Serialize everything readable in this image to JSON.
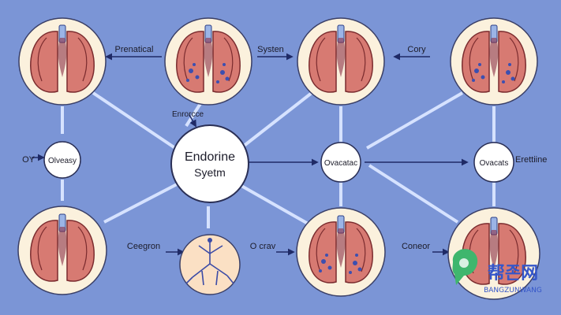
{
  "center": {
    "line1": "Endorine",
    "line2": "Syetm"
  },
  "labels": {
    "prenatical": "Prenatical",
    "system": "Systen",
    "cory": "Cory",
    "enrorcce": "Enrorcce",
    "oy": "OY",
    "oyveasy": "Olveasy",
    "ovacatac": "Ovacatac",
    "ovacats": "Ovacats",
    "erettiine": "Erettiine",
    "ceegron": "Ceegron",
    "ocrav": "O crav",
    "coneor": "Coneor"
  },
  "watermark": {
    "title": "帮존网",
    "subtitle": "BANGZUNWANG"
  },
  "colors": {
    "background": "#7b95d6",
    "node_fill": "#fbf1dd",
    "arrow": "#d6e2ff",
    "arrow_edge": "#2c3f86",
    "watermark_green": "#3fb66d",
    "watermark_blue": "#3556c9"
  }
}
